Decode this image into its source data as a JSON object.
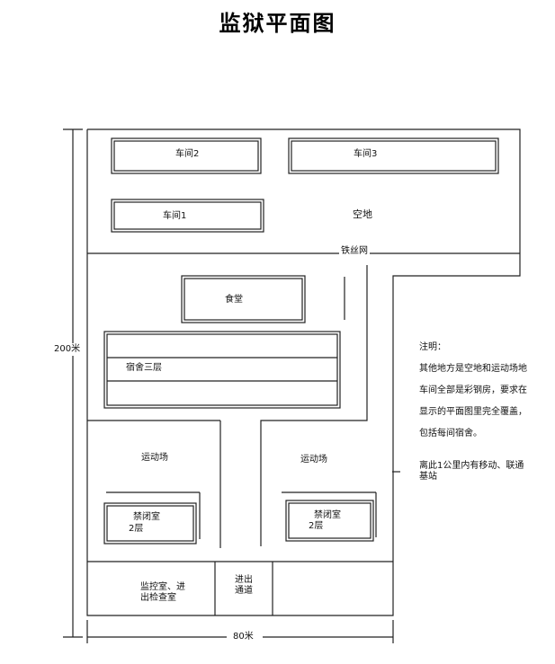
{
  "title": "监狱平面图",
  "dimensions": {
    "height": "200米",
    "width": "80米"
  },
  "rooms": {
    "workshop2": "车间2",
    "workshop3": "车间3",
    "workshop1": "车间1",
    "open_space": "空地",
    "wire_fence": "铁丝网",
    "canteen": "食堂",
    "dorm": "宿舍三层",
    "sports_left": "运动场",
    "sports_right": "运动场",
    "confine_left": {
      "name": "禁闭室",
      "floors": "2层"
    },
    "confine_right": {
      "name": "禁闭室",
      "floors": "2层"
    },
    "monitor_room": {
      "line1": "监控室、进",
      "line2": "出检查室"
    },
    "passage": {
      "line1": "进出",
      "line2": "通道"
    }
  },
  "notes": {
    "heading": "注明：",
    "lines": [
      "其他地方是空地和运动场地",
      "车间全部是彩钢房，要求在",
      "显示的平面图里完全覆盖，",
      "包括每间宿舍。"
    ],
    "extra": [
      "离此1公里内有移动、联通",
      "基站"
    ]
  }
}
